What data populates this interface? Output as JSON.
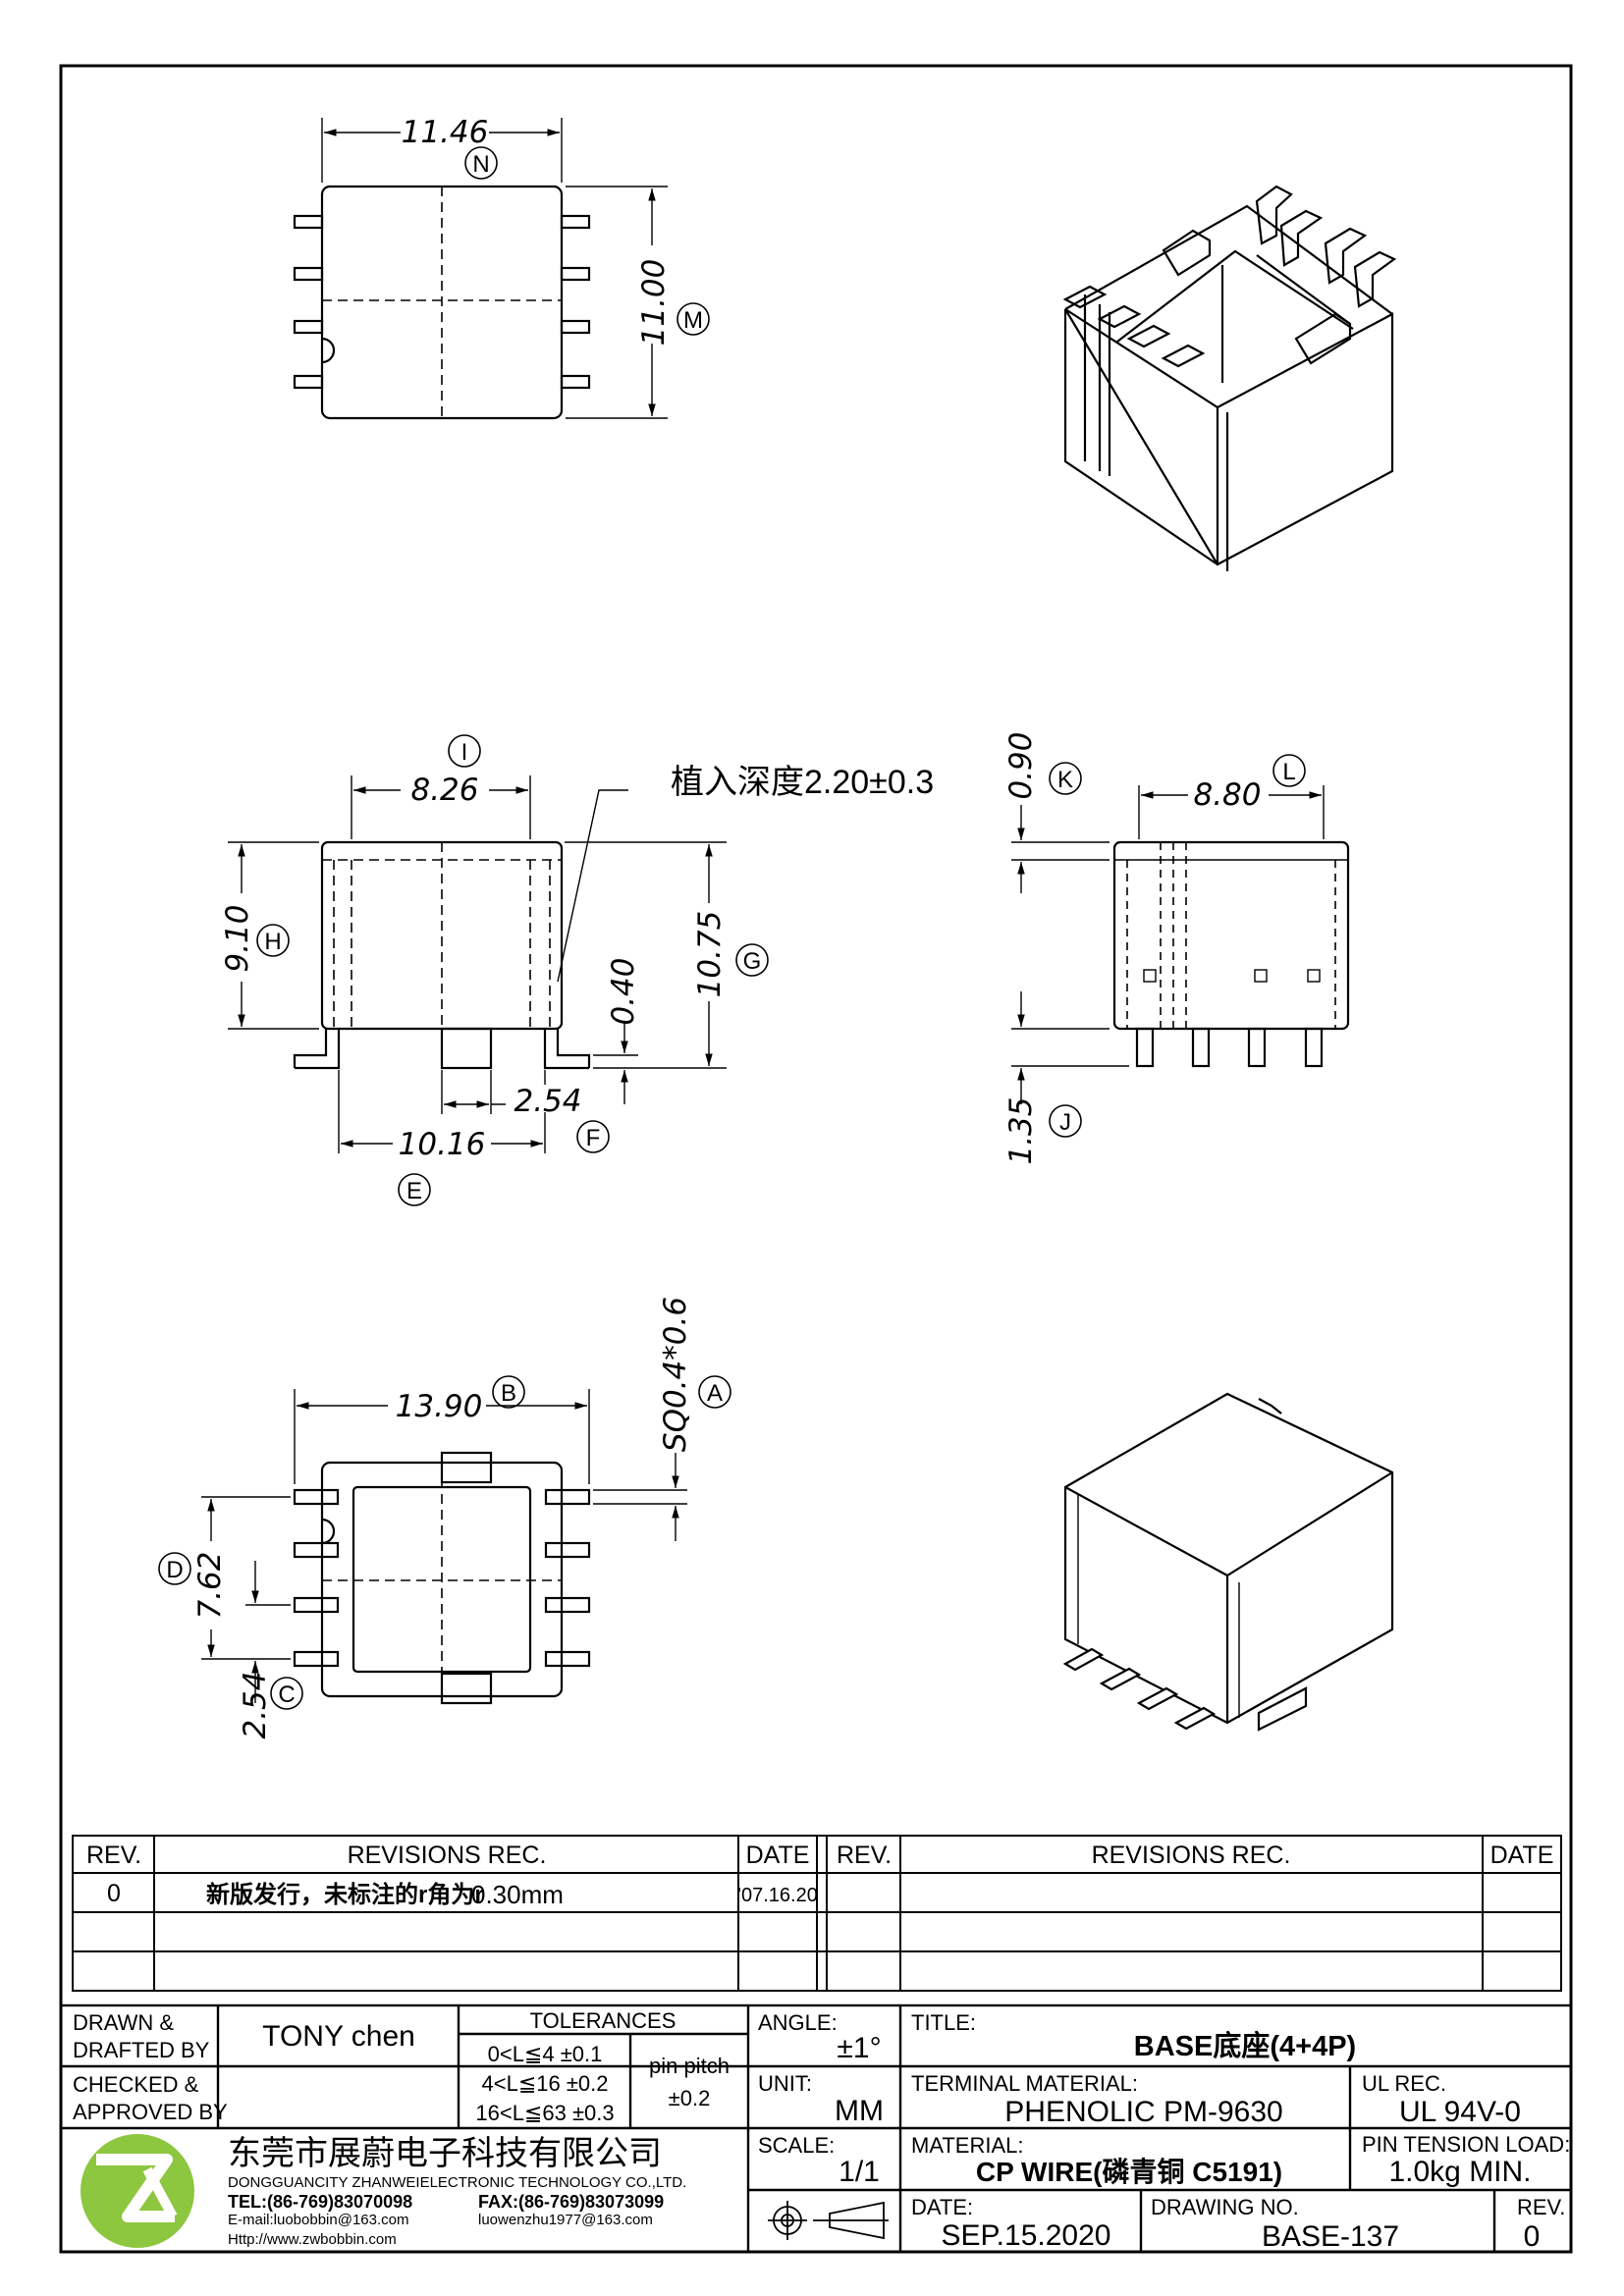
{
  "dimensions": {
    "top_width": "11.46",
    "top_height": "11.00",
    "front_inner": "8.26",
    "front_height": "9.10",
    "front_total": "10.75",
    "front_pin_h": "0.40",
    "front_pitch": "2.54",
    "front_span": "10.16",
    "depth_note": "植入深度2.20±0.3",
    "side_width": "8.80",
    "side_top": "0.90",
    "side_pin": "1.35",
    "bottom_width": "13.90",
    "bottom_pin_sq": "SQ0.4*0.6",
    "bottom_span": "7.62",
    "bottom_pitch": "2.54"
  },
  "markers": [
    "N",
    "M",
    "I",
    "H",
    "G",
    "F",
    "E",
    "K",
    "L",
    "J",
    "B",
    "A",
    "D",
    "C"
  ],
  "revisions": {
    "headers": {
      "rev": "REV.",
      "rec": "REVISIONS   REC.",
      "date": "DATE"
    },
    "rows": [
      {
        "rev": "0",
        "rec_cn": "新版发行，未标注的r角为r",
        "rec_val": "0.30mm",
        "date": "'07.16.20"
      }
    ]
  },
  "title_block": {
    "drawn_by_label_1": "DRAWN  &",
    "drawn_by_label_2": "DRAFTED  BY",
    "drawn_by": "TONY  chen",
    "checked_label_1": "CHECKED  &",
    "checked_label_2": "APPROVED  BY",
    "tolerances_label": "TOLERANCES",
    "tol_rows": [
      "0<L≦4    ±0.1",
      "4<L≦16  ±0.2",
      "16<L≦63  ±0.3"
    ],
    "pin_pitch_label": "pin  pitch",
    "pin_pitch_tol": "±0.2",
    "angle_label": "ANGLE:",
    "angle": "±1°",
    "unit_label": "UNIT:",
    "unit": "MM",
    "scale_label": "SCALE:",
    "scale": "1/1",
    "title_label": "TITLE:",
    "title": "BASE底座(4+4P)",
    "terminal_label": "TERMINAL  MATERIAL:",
    "terminal": "PHENOLIC  PM-9630",
    "ul_label": "UL  REC.",
    "ul": "UL  94V-0",
    "material_label": "MATERIAL:",
    "material": "CP WIRE(磷青铜 C5191)",
    "tension_label": "PIN  TENSION  LOAD:",
    "tension": "1.0kg  MIN.",
    "date_label": "DATE:",
    "date": "SEP.15.2020",
    "drawing_label": "DRAWING  NO.",
    "drawing_no": "BASE-137",
    "rev_label": "REV.",
    "rev": "0"
  },
  "company": {
    "name_cn": "东莞市展蔚电子科技有限公司",
    "name_en": "DONGGUANCITY  ZHANWEIELECTRONIC  TECHNOLOGY  CO.,LTD.",
    "tel": "TEL:(86-769)83070098",
    "fax": "FAX:(86-769)83073099",
    "email": "E-mail:luobobbin@163.com",
    "email2": "luowenzhu1977@163.com",
    "web": "Http://www.zwbobbin.com",
    "logo_text": "ZW"
  }
}
